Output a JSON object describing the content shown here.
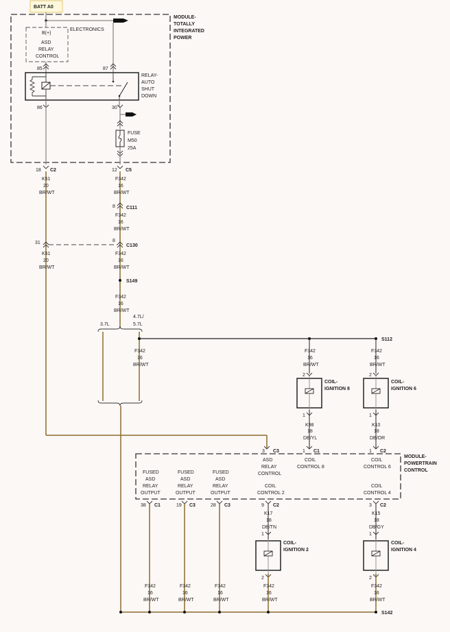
{
  "colors": {
    "wire_tan": "#8c6a2c",
    "wire_gray": "#8a8a8a",
    "line": "#222222",
    "label_box": "#fff8dc"
  },
  "batt": "BATT A0",
  "tipm": {
    "title": [
      "MODULE-",
      "TOTALLY",
      "INTEGRATED",
      "POWER"
    ],
    "electronics": "ELECTRONICS",
    "bplus": "B(+)",
    "asd_ctrl": [
      "ASD",
      "RELAY",
      "CONTROL"
    ]
  },
  "relay": {
    "label": [
      "RELAY-",
      "AUTO",
      "SHUT",
      "DOWN"
    ],
    "pins": {
      "p85": "85",
      "p87": "87",
      "p86": "86",
      "p30": "30"
    }
  },
  "fuse": {
    "label": [
      "FUSE",
      "M50",
      "25A"
    ]
  },
  "conn": {
    "c2_pin": "18",
    "c2": "C2",
    "c5_pin": "12",
    "c5": "C5",
    "c111_pin": "8",
    "c111": "C111",
    "c130_pin_l": "31",
    "c130_pin_r": "8",
    "c130": "C130",
    "s149": "S149",
    "s112": "S112",
    "s142": "S142"
  },
  "wire_k51": [
    "K51",
    "20",
    "BR/WT"
  ],
  "wire_f342": [
    "F342",
    "16",
    "BR/WT"
  ],
  "engine": {
    "v37": "3.7L",
    "v47": "4.7L/",
    "v57": "5.7L"
  },
  "coils": {
    "c8": [
      "COIL-",
      "IGNITION 8"
    ],
    "c6": [
      "COIL-",
      "IGNITION 6"
    ],
    "c2": [
      "COIL-",
      "IGNITION 2"
    ],
    "c4": [
      "COIL-",
      "IGNITION 4"
    ],
    "pin1": "1",
    "pin2": "2"
  },
  "wire_k98": [
    "K98",
    "18",
    "DB/YL"
  ],
  "wire_k10": [
    "K10",
    "18",
    "DB/OR"
  ],
  "wire_k17": [
    "K17",
    "18",
    "DB/TN"
  ],
  "wire_k15": [
    "K15",
    "18",
    "DB/GY"
  ],
  "pcm": {
    "title": [
      "MODULE-",
      "POWERTRAIN",
      "CONTROL"
    ],
    "asd_pin": "3",
    "asd_conn": "C3",
    "asd_label": [
      "ASD",
      "RELAY",
      "CONTROL"
    ],
    "cc8_pin": "1",
    "cc8_conn": "C1",
    "cc8_label": [
      "COIL",
      "CONTROL 8"
    ],
    "cc6_pin": "1",
    "cc6_conn": "C2",
    "cc6_label": [
      "COIL",
      "CONTROL 6"
    ],
    "cc2_label": [
      "COIL",
      "CONTROL 2"
    ],
    "cc4_label": [
      "COIL",
      "CONTROL 4"
    ],
    "fused_label": [
      "FUSED",
      "ASD",
      "RELAY",
      "OUTPUT"
    ],
    "out1_pin": "38",
    "out1_conn": "C1",
    "out2_pin": "19",
    "out2_conn": "C3",
    "out3_pin": "28",
    "out3_conn": "C3",
    "cc2_pin": "9",
    "cc2_conn": "C2",
    "cc4_pin": "3",
    "cc4_conn": "C2"
  }
}
